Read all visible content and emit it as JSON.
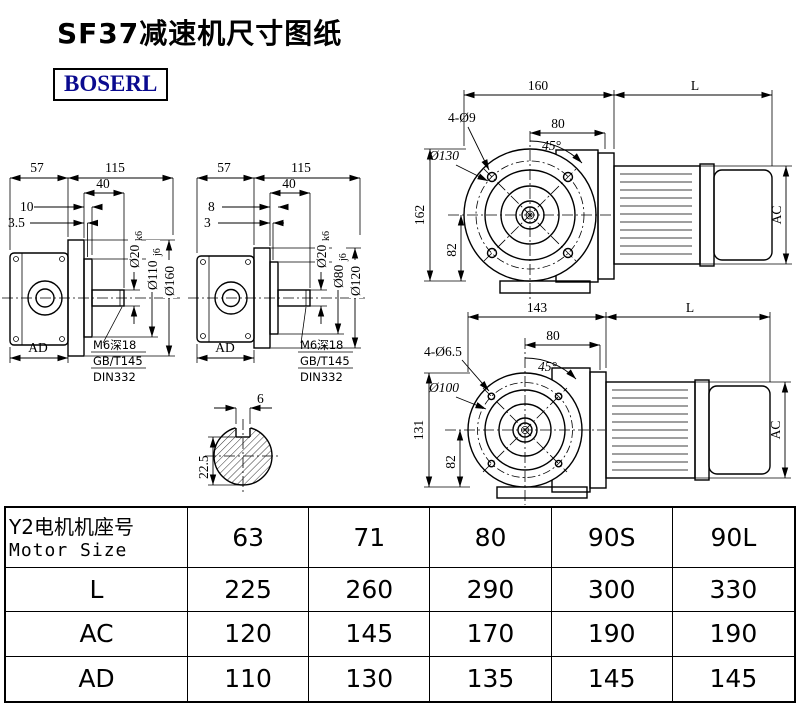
{
  "page": {
    "title": "SF37减速机尺寸图纸",
    "brand": "BOSERL"
  },
  "view_a": {
    "w57": "57",
    "w115": "115",
    "w40": "40",
    "w10": "10",
    "w3_5": "3.5",
    "shaft_d": "Ø20",
    "shaft_tol": "k6",
    "spigot_d": "Ø110",
    "spigot_tol": "j6",
    "flange_d": "Ø160",
    "ad": "AD",
    "note_line1": "M6深18",
    "note_line2": "GB/T145",
    "note_line3": "DIN332"
  },
  "view_b": {
    "w57": "57",
    "w115": "115",
    "w40": "40",
    "w8": "8",
    "w3": "3",
    "shaft_d": "Ø20",
    "shaft_tol": "k6",
    "spigot_d": "Ø80",
    "spigot_tol": "j6",
    "flange_d": "Ø120",
    "ad": "AD",
    "note_line1": "M6深18",
    "note_line2": "GB/T145",
    "note_line3": "DIN332"
  },
  "assembly_top": {
    "w160": "160",
    "len": "L",
    "holes": "4-Ø9",
    "w80": "80",
    "angle": "45°",
    "bolt_circle": "Ø130",
    "h162": "162",
    "h82": "82",
    "ac": "AC"
  },
  "assembly_bottom": {
    "w143": "143",
    "len": "L",
    "holes": "4-Ø6.5",
    "w80": "80",
    "angle": "45°",
    "bolt_circle": "Ø100",
    "h131": "131",
    "h82": "82",
    "ac": "AC"
  },
  "shaft_section": {
    "key_width": "6",
    "depth": "22.5"
  },
  "table": {
    "header": {
      "cn": "Y2电机机座号",
      "en": "Motor Size"
    },
    "motor_sizes": [
      "63",
      "71",
      "80",
      "90S",
      "90L"
    ],
    "rows": [
      {
        "label": "L",
        "values": [
          "225",
          "260",
          "290",
          "300",
          "330"
        ]
      },
      {
        "label": "AC",
        "values": [
          "120",
          "145",
          "170",
          "190",
          "190"
        ]
      },
      {
        "label": "AD",
        "values": [
          "110",
          "130",
          "135",
          "145",
          "145"
        ]
      }
    ]
  }
}
